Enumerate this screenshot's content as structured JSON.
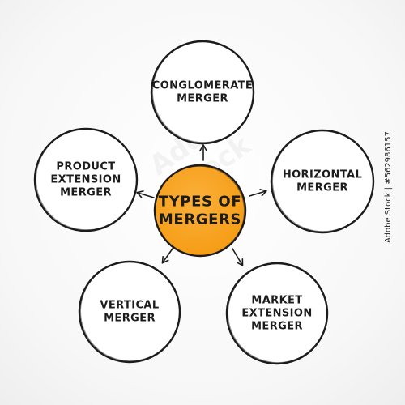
{
  "diagram": {
    "center": {
      "lines": [
        "TYPES OF",
        "MERGERS"
      ],
      "fill": "#f59b12",
      "fill_light": "#fbb03b"
    },
    "nodes": [
      {
        "id": "conglomerate",
        "lines": [
          "CONGLOMERATE",
          "MERGER"
        ]
      },
      {
        "id": "horizontal",
        "lines": [
          "HORIZONTAL",
          "MERGER"
        ]
      },
      {
        "id": "market-extension",
        "lines": [
          "MARKET",
          "EXTENSION",
          "MERGER"
        ]
      },
      {
        "id": "vertical",
        "lines": [
          "VERTICAL",
          "MERGER"
        ]
      },
      {
        "id": "product-extension",
        "lines": [
          "PRODUCT",
          "EXTENSION",
          "MERGER"
        ]
      }
    ],
    "stroke_color": "#1c1c1c"
  },
  "stock_id": "Adobe Stock | #562986157",
  "watermark_text": "Adobe Stock"
}
